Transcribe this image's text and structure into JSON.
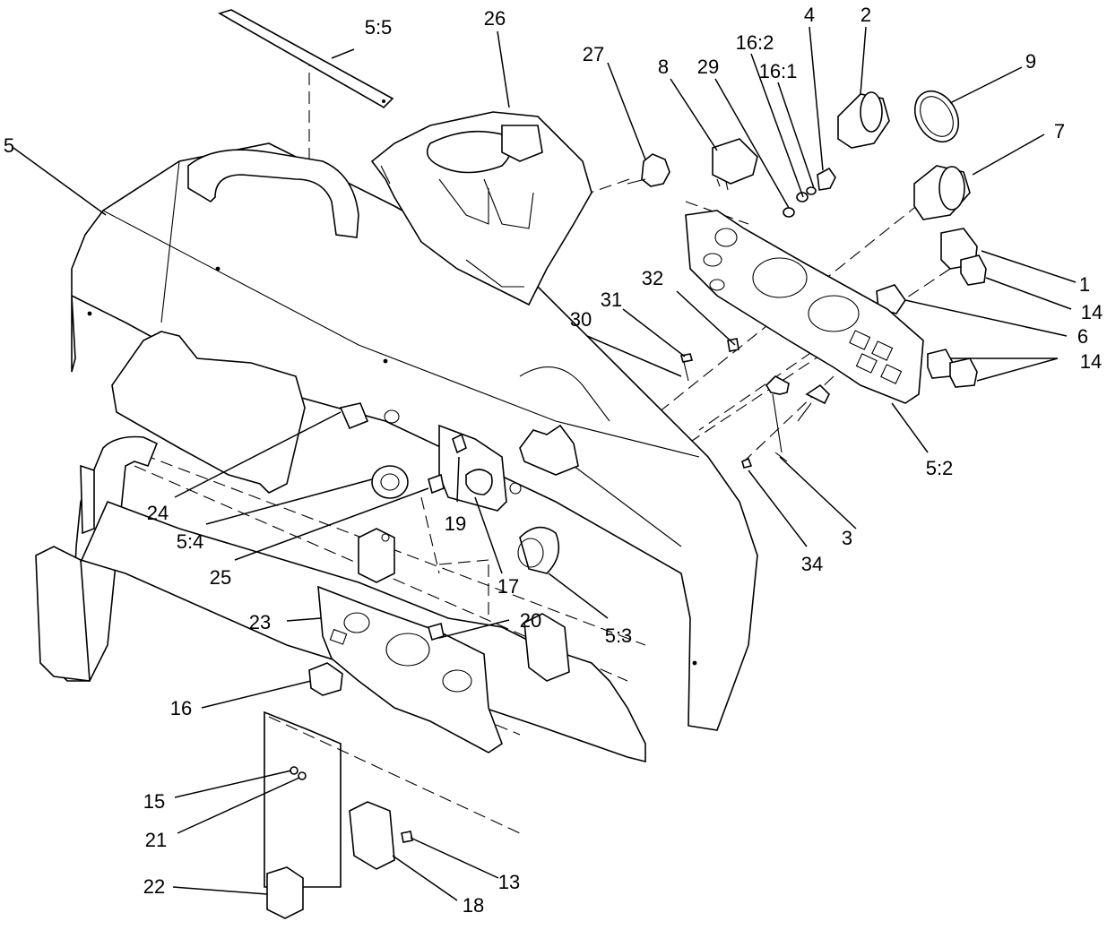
{
  "callouts": [
    {
      "id": "1",
      "label": "1"
    },
    {
      "id": "2",
      "label": "2"
    },
    {
      "id": "3",
      "label": "3"
    },
    {
      "id": "4",
      "label": "4"
    },
    {
      "id": "5",
      "label": "5"
    },
    {
      "id": "5_2",
      "label": "5:2"
    },
    {
      "id": "5_3",
      "label": "5:3"
    },
    {
      "id": "5_4",
      "label": "5:4"
    },
    {
      "id": "5_5",
      "label": "5:5"
    },
    {
      "id": "6",
      "label": "6"
    },
    {
      "id": "7",
      "label": "7"
    },
    {
      "id": "8",
      "label": "8"
    },
    {
      "id": "9",
      "label": "9"
    },
    {
      "id": "13",
      "label": "13"
    },
    {
      "id": "14a",
      "label": "14"
    },
    {
      "id": "14b",
      "label": "14"
    },
    {
      "id": "15",
      "label": "15"
    },
    {
      "id": "16",
      "label": "16"
    },
    {
      "id": "16_1",
      "label": "16:1"
    },
    {
      "id": "16_2",
      "label": "16:2"
    },
    {
      "id": "17",
      "label": "17"
    },
    {
      "id": "18",
      "label": "18"
    },
    {
      "id": "19",
      "label": "19"
    },
    {
      "id": "20",
      "label": "20"
    },
    {
      "id": "21",
      "label": "21"
    },
    {
      "id": "22",
      "label": "22"
    },
    {
      "id": "23",
      "label": "23"
    },
    {
      "id": "24",
      "label": "24"
    },
    {
      "id": "25",
      "label": "25"
    },
    {
      "id": "26",
      "label": "26"
    },
    {
      "id": "27",
      "label": "27"
    },
    {
      "id": "29",
      "label": "29"
    },
    {
      "id": "30",
      "label": "30"
    },
    {
      "id": "31",
      "label": "31"
    },
    {
      "id": "32",
      "label": "32"
    },
    {
      "id": "34",
      "label": "34"
    }
  ]
}
